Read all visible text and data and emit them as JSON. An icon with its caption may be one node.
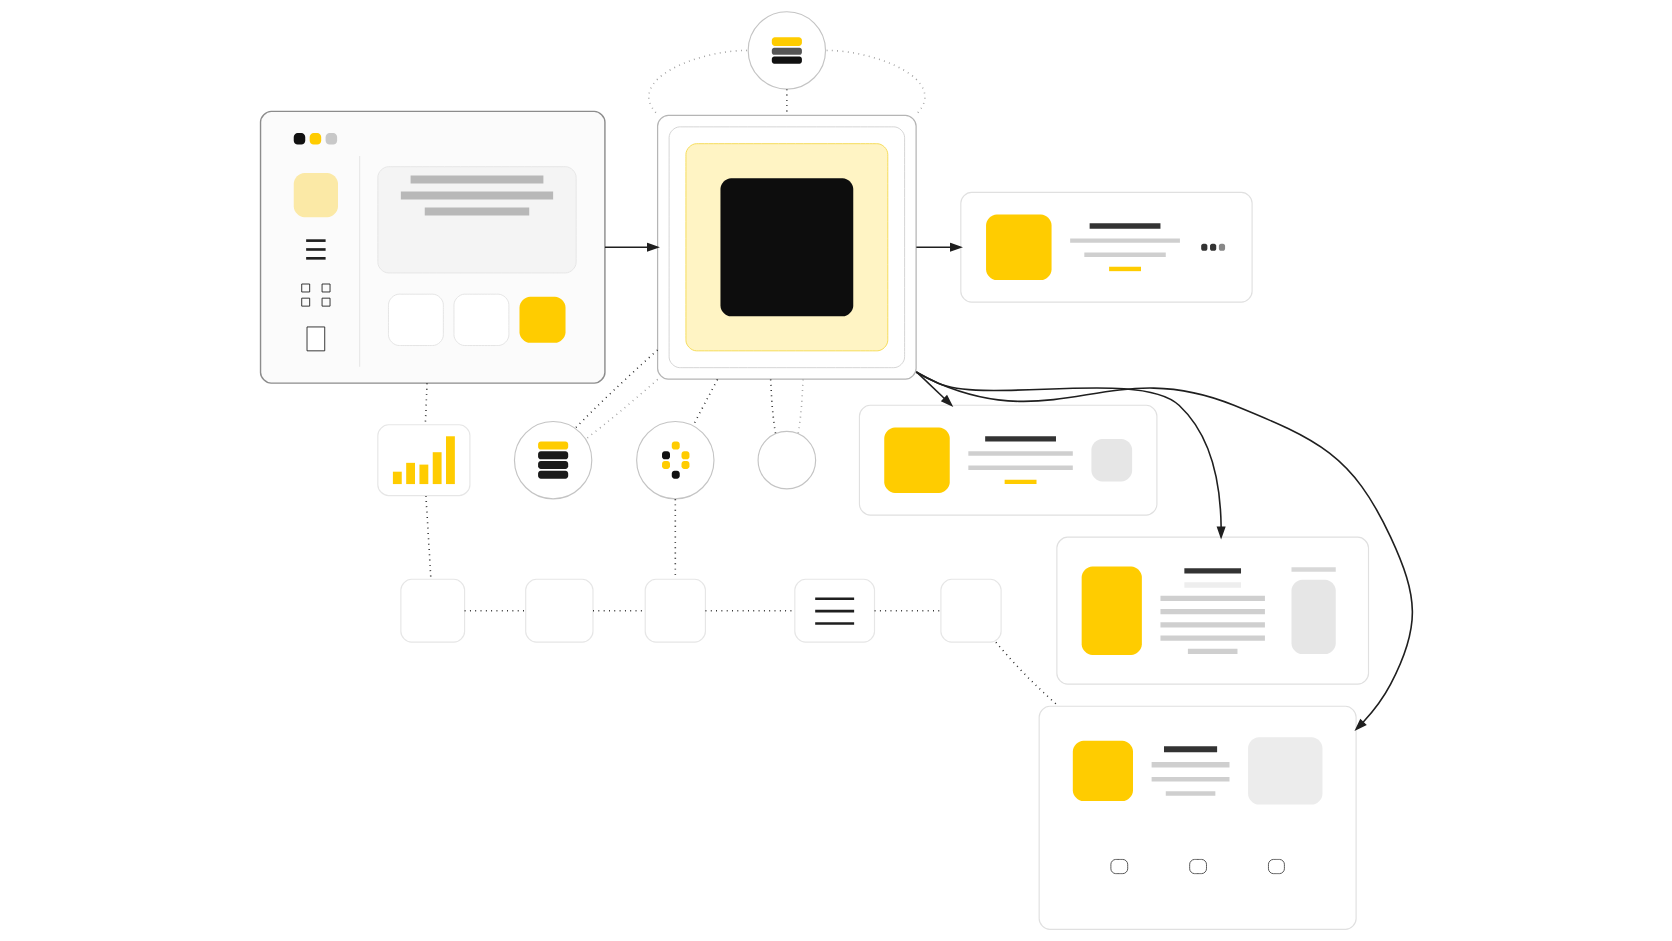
{
  "diagram": {
    "nodes": [
      {
        "text": [],
        "shape": "box"
      },
      {
        "text": [],
        "shape": "box"
      },
      {
        "text": [],
        "shape": "circle"
      },
      {
        "text": [],
        "shape": "circle"
      },
      {
        "text": [],
        "shape": "circle"
      },
      {
        "text": [],
        "shape": "circle"
      },
      {
        "text": [],
        "shape": "box"
      },
      {
        "text": [],
        "shape": "box"
      },
      {
        "text": [],
        "shape": "box"
      },
      {
        "text": [],
        "shape": "box"
      },
      {
        "text": [],
        "shape": "box"
      },
      {
        "text": [],
        "shape": "box"
      },
      {
        "text": [],
        "shape": "box"
      },
      {
        "text": [],
        "shape": "box"
      },
      {
        "text": [],
        "shape": "box"
      },
      {
        "text": [],
        "shape": "box"
      }
    ],
    "edges": [
      {
        "from": 0,
        "to": 1,
        "arrow": "to"
      },
      {
        "from": 2,
        "to": 1,
        "arrow": "none",
        "style": "dashed"
      },
      {
        "from": 2,
        "to": 1,
        "arrow": "none",
        "style": "dashed",
        "color": "#9e9e9e"
      },
      {
        "from": 2,
        "to": 1,
        "arrow": "none",
        "style": "dashed",
        "color": "#9e9e9e"
      },
      {
        "from": 1,
        "to": 3,
        "arrow": "none",
        "style": "dashed"
      },
      {
        "from": 1,
        "to": 4,
        "arrow": "none",
        "style": "dashed"
      },
      {
        "from": 1,
        "to": 5,
        "arrow": "none",
        "style": "dashed"
      },
      {
        "from": 1,
        "to": 3,
        "arrow": "none",
        "style": "dashed",
        "color": "#9e9e9e"
      },
      {
        "from": 1,
        "to": 5,
        "arrow": "none",
        "style": "dashed",
        "color": "#9e9e9e"
      },
      {
        "from": 1,
        "to": 6,
        "arrow": "to"
      },
      {
        "from": 1,
        "to": 7,
        "arrow": "to"
      },
      {
        "from": 1,
        "to": 8,
        "arrow": "to"
      },
      {
        "from": 1,
        "to": 9,
        "arrow": "to"
      },
      {
        "from": 0,
        "to": 10,
        "arrow": "none",
        "style": "dashed"
      },
      {
        "from": 10,
        "to": 11,
        "arrow": "none",
        "style": "dashed"
      },
      {
        "from": 11,
        "to": 12,
        "arrow": "none",
        "style": "dashed"
      },
      {
        "from": 12,
        "to": 13,
        "arrow": "none",
        "style": "dashed"
      },
      {
        "from": 4,
        "to": 13,
        "arrow": "none",
        "style": "dashed"
      },
      {
        "from": 13,
        "to": 14,
        "arrow": "none",
        "style": "dashed"
      },
      {
        "from": 14,
        "to": 15,
        "arrow": "none",
        "style": "dashed"
      },
      {
        "from": 15,
        "to": 9,
        "arrow": "none",
        "style": "dashed"
      }
    ]
  }
}
